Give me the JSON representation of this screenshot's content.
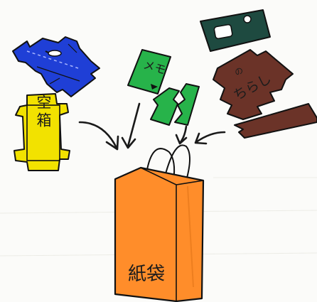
{
  "items": {
    "empty_box": {
      "label": "空箱",
      "color": "#f2e200"
    },
    "memo": {
      "label": "メモ",
      "color": "#27b34a"
    },
    "flyer": {
      "label": "ちらし",
      "sublabel": "の",
      "color": "#6b3328"
    },
    "flat_box": {
      "color": "#1f3fd6"
    },
    "dark_card": {
      "color": "#1e4a40"
    }
  },
  "bag": {
    "label": "紙袋",
    "color": "#ff8d2a"
  },
  "arrow_color": "#1a1a1a"
}
